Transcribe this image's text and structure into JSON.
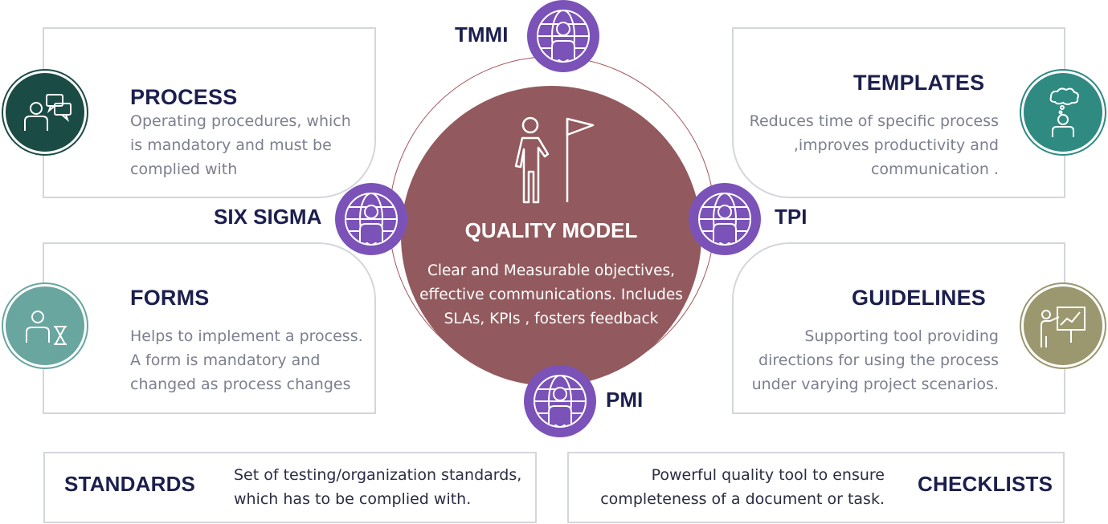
{
  "center": {
    "title": "QUALITY MODEL",
    "description": "Clear and Measurable objectives, effective communications. Includes SLAs, KPIs , fosters feedback",
    "color": "#925a5e"
  },
  "badges": {
    "tmmi": "TMMI",
    "six_sigma": "SIX SIGMA",
    "tpi": "TPI",
    "pmi": "PMI",
    "color": "#7b52b8"
  },
  "cards": {
    "process": {
      "title": "PROCESS",
      "description": "Operating procedures, which is mandatory and must be complied with",
      "icon": "people-chat-icon",
      "icon_color": "#1b4b45"
    },
    "templates": {
      "title": "TEMPLATES",
      "description": "Reduces time of specific process ,improves productivity and communication .",
      "icon": "thinking-person-icon",
      "icon_color": "#2f8a82"
    },
    "forms": {
      "title": "FORMS",
      "description": "Helps to implement a process. A form is mandatory and changed as process changes",
      "icon": "person-hourglass-icon",
      "icon_color": "#68a69f"
    },
    "guidelines": {
      "title": "GUIDELINES",
      "description": "Supporting tool providing directions for using the process under varying project scenarios.",
      "icon": "presenter-chart-icon",
      "icon_color": "#9b9870"
    },
    "standards": {
      "title": "STANDARDS",
      "description": "Set of testing/organization standards, which has to be complied with."
    },
    "checklists": {
      "title": "CHECKLISTS",
      "description": "Powerful quality tool to ensure completeness of a document or task."
    }
  }
}
